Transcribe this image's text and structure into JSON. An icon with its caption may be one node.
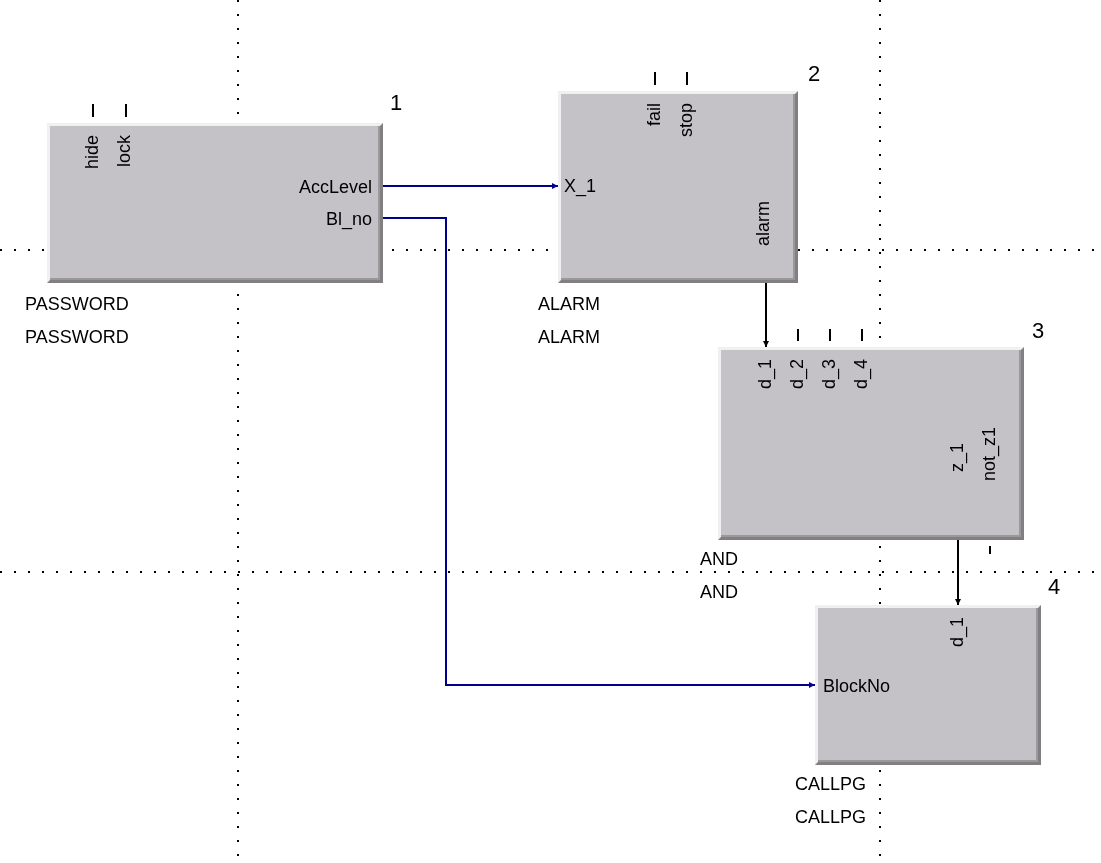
{
  "diagram": {
    "nodes": [
      {
        "text": [
          "hide",
          "lock",
          "AccLevel",
          "Bl_no"
        ],
        "beside": [
          "1",
          "PASSWORD",
          "PASSWORD"
        ]
      },
      {
        "text": [
          "fail",
          "stop",
          "X_1",
          "alarm"
        ],
        "beside": [
          "2",
          "ALARM",
          "ALARM"
        ]
      },
      {
        "text": [
          "d_1",
          "d_2",
          "d_3",
          "d_4",
          "z_1",
          "not_z1"
        ],
        "beside": [
          "3",
          "AND",
          "AND"
        ]
      },
      {
        "text": [
          "d_1",
          "BlockNo"
        ],
        "beside": [
          "4",
          "CALLPG",
          "CALLPG"
        ]
      }
    ],
    "edges": [
      {
        "from": 0,
        "to": 1,
        "arrow": "to",
        "color": "#00008b"
      },
      {
        "from": 0,
        "to": 3,
        "arrow": "to",
        "color": "#00008b"
      },
      {
        "from": 1,
        "to": 2,
        "arrow": "to",
        "color": "#000000"
      },
      {
        "from": 2,
        "to": 3,
        "arrow": "to",
        "color": "#000000"
      }
    ]
  }
}
